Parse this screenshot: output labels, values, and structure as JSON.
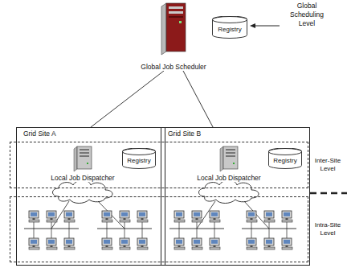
{
  "diagram": {
    "nodes": [
      {
        "text": [
          "Global Job Scheduler"
        ]
      },
      {
        "text": [
          "Registry"
        ]
      },
      {
        "text": [
          "Grid Site A"
        ]
      },
      {
        "text": [
          "Local Job Dispatcher"
        ],
        "in": 2
      },
      {
        "text": [
          "Registry"
        ],
        "in": 2
      },
      {
        "text": [
          "Grid Site B"
        ]
      },
      {
        "text": [
          "Local Job Dispatcher"
        ],
        "in": 5
      },
      {
        "text": [
          "Registry"
        ],
        "in": 5
      },
      {
        "text": [
          "Inter-Site Level"
        ]
      },
      {
        "text": [
          "Intra-Site Level"
        ]
      }
    ],
    "edges": [
      {
        "from": 0,
        "to": 2,
        "arrow": "none"
      },
      {
        "from": 0,
        "to": 5,
        "arrow": "none"
      }
    ],
    "labels": [
      "Global Scheduling Level"
    ]
  }
}
